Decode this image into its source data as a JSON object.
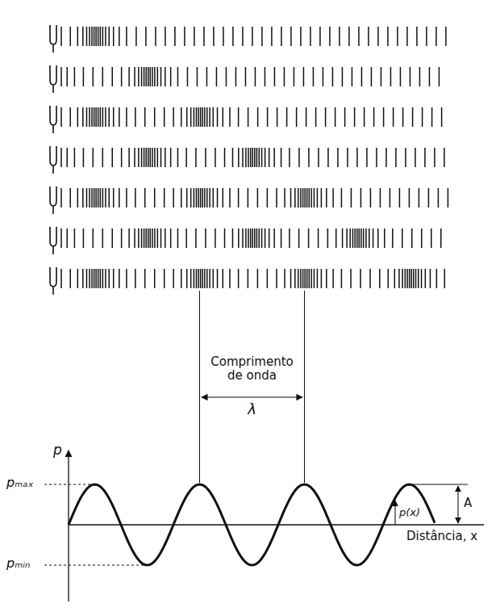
{
  "diagram": {
    "labels": [
      "Comprimento de onda",
      "λ",
      "p",
      "pₘₐₓ",
      "pₘᵢₙ",
      "p(x)",
      "A",
      "Distância, x"
    ]
  }
}
